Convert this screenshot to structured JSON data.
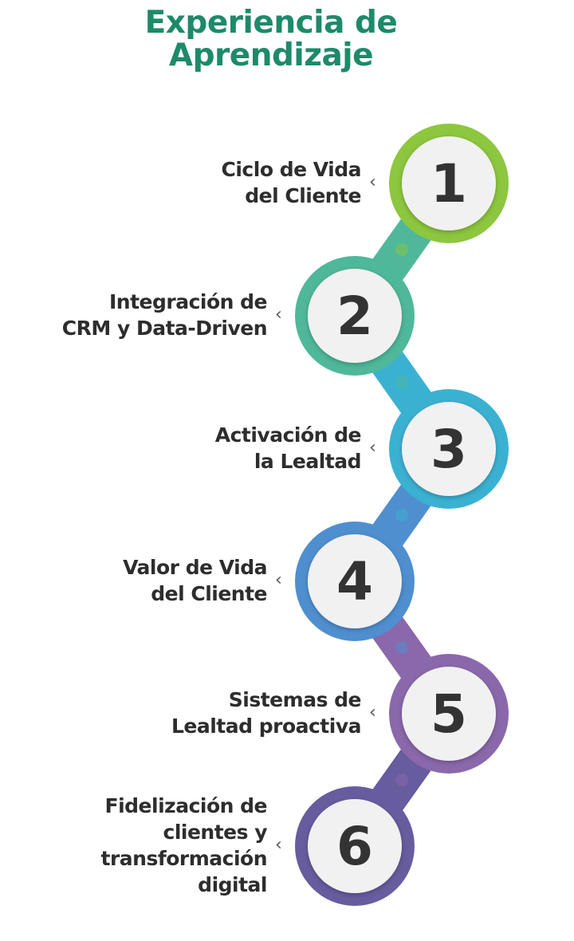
{
  "header": {
    "title_line1": "Experiencia de",
    "title_line2": "Aprendizaje"
  },
  "steps": [
    {
      "number": "1",
      "lines": [
        "Ciclo de Vida",
        "del Cliente"
      ],
      "color": "#8dc63f"
    },
    {
      "number": "2",
      "lines": [
        "Integración de",
        "CRM y Data-Driven"
      ],
      "color": "#4fb89a"
    },
    {
      "number": "3",
      "lines": [
        "Activación de",
        "la Lealtad"
      ],
      "color": "#3bb1d2"
    },
    {
      "number": "4",
      "lines": [
        "Valor de Vida",
        "del Cliente"
      ],
      "color": "#4f8fcf"
    },
    {
      "number": "5",
      "lines": [
        "Sistemas de",
        "Lealtad proactiva"
      ],
      "color": "#8a68ab"
    },
    {
      "number": "6",
      "lines": [
        "Fidelización de",
        "clientes y",
        "transformación",
        "digital"
      ],
      "color": "#675c9e"
    }
  ],
  "bracket_glyph": "‹",
  "colors": {
    "title": "#1d8a6a",
    "text": "#2d2d2d",
    "inner_circle": "#f1f1f1",
    "number": "#333333"
  }
}
